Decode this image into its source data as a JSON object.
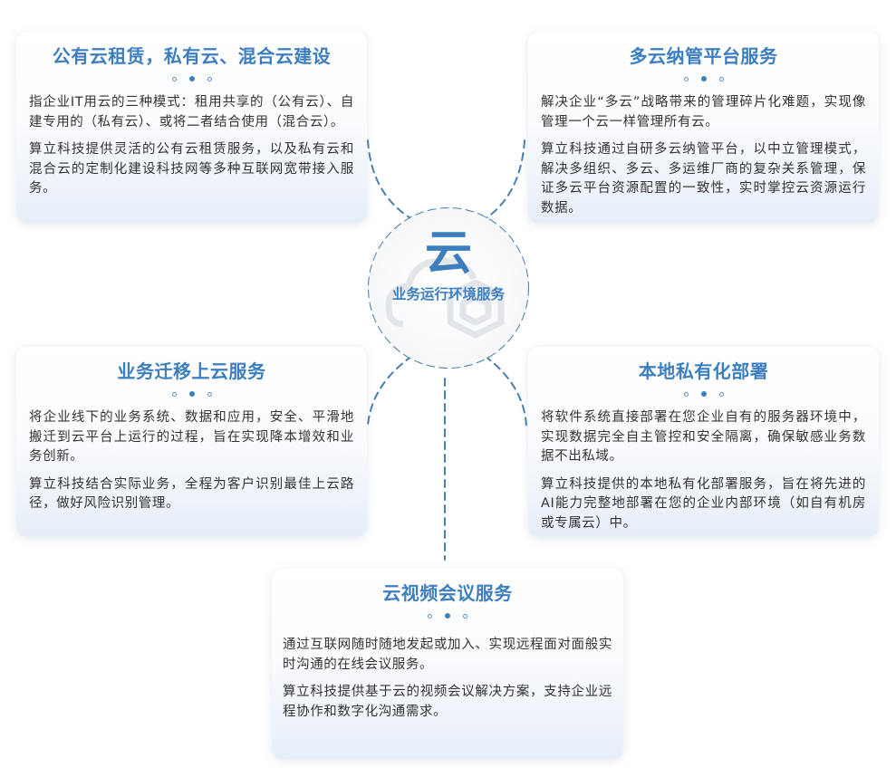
{
  "center": {
    "glyph": "云",
    "label": "业务运行环境服务",
    "icon": "cloud-hexagon-watermark-icon"
  },
  "colors": {
    "accent": "#3d7ebf",
    "connector": "#4a7fb0",
    "body_text": "#333333"
  },
  "cards": {
    "top_left": {
      "title": "公有云租赁，私有云、混合云建设",
      "paragraphs": [
        "指企业IT用云的三种模式：租用共享的（公有云）、自建专用的（私有云）、或将二者结合使用（混合云）。",
        "算立科技提供灵活的公有云租赁服务，以及私有云和混合云的定制化建设科技网等多种互联网宽带接入服务。"
      ]
    },
    "top_right": {
      "title": "多云纳管平台服务",
      "paragraphs": [
        "解决企业“多云”战略带来的管理碎片化难题，实现像管理一个云一样管理所有云。",
        "算立科技通过自研多云纳管平台，以中立管理模式，解决多组织、多云、多运维厂商的复杂关系管理，保证多云平台资源配置的一致性，实时掌控云资源运行数据。"
      ]
    },
    "middle_left": {
      "title": "业务迁移上云服务",
      "paragraphs": [
        "将企业线下的业务系统、数据和应用，安全、平滑地搬迁到云平台上运行的过程，旨在实现降本增效和业务创新。",
        "算立科技结合实际业务，全程为客户识别最佳上云路径，做好风险识别管理。"
      ]
    },
    "middle_right": {
      "title": "本地私有化部署",
      "paragraphs": [
        "将软件系统直接部署在您企业自有的服务器环境中，实现数据完全自主管控和安全隔离，确保敏感业务数据不出私域。",
        "算立科技提供的本地私有化部署服务，旨在将先进的AI能力完整地部署在您的企业内部环境（如自有机房或专属云）中。"
      ]
    },
    "bottom": {
      "title": "云视频会议服务",
      "paragraphs": [
        "通过互联网随时随地发起或加入、实现远程面对面般实时沟通的在线会议服务。",
        "算立科技提供基于云的视频会议解决方案，支持企业远程协作和数字化沟通需求。"
      ]
    }
  },
  "indicator": {
    "count": 3,
    "active_index": 1
  }
}
